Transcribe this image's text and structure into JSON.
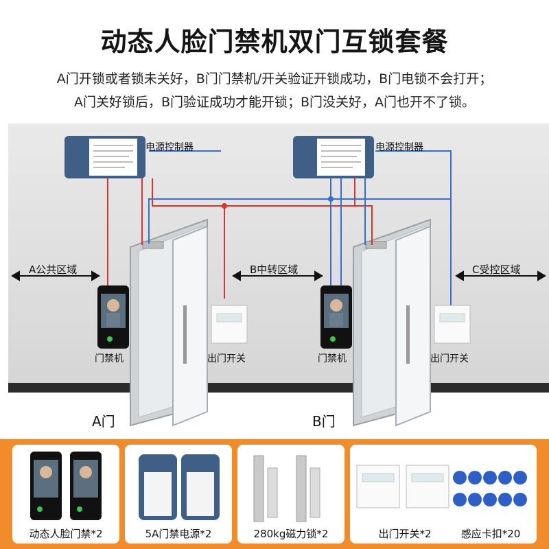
{
  "header": {
    "title": "动态人脸门禁机双门互锁套餐",
    "desc_line1": "A门开锁或者锁未关好，B门门禁机/开关验证开锁成功，B门电锁不会打开；",
    "desc_line2": "A门关好锁后，B门验证成功才能开锁；B门没关好，A门也开不了锁。"
  },
  "diagram": {
    "controller_a_label": "电源控制器",
    "controller_b_label": "电源控制器",
    "zone_a": "A公共区域",
    "zone_b": "B中转区域",
    "zone_c": "C受控区域",
    "reader_a_label": "门禁机",
    "reader_b_label": "门禁机",
    "exit_a_label": "出门开关",
    "exit_b_label": "出门开关",
    "door_a_label": "A门",
    "door_b_label": "B门",
    "wire_colors": {
      "red": "#e03030",
      "blue": "#2f6fd6"
    }
  },
  "products": [
    {
      "label": "动态人脸门禁*2"
    },
    {
      "label": "5A门禁电源*2"
    },
    {
      "label": "280kg磁力锁*2"
    },
    {
      "label": "出门开关*2"
    },
    {
      "label": "感应卡扣*20"
    }
  ],
  "colors": {
    "accent": "#f08c2b"
  }
}
